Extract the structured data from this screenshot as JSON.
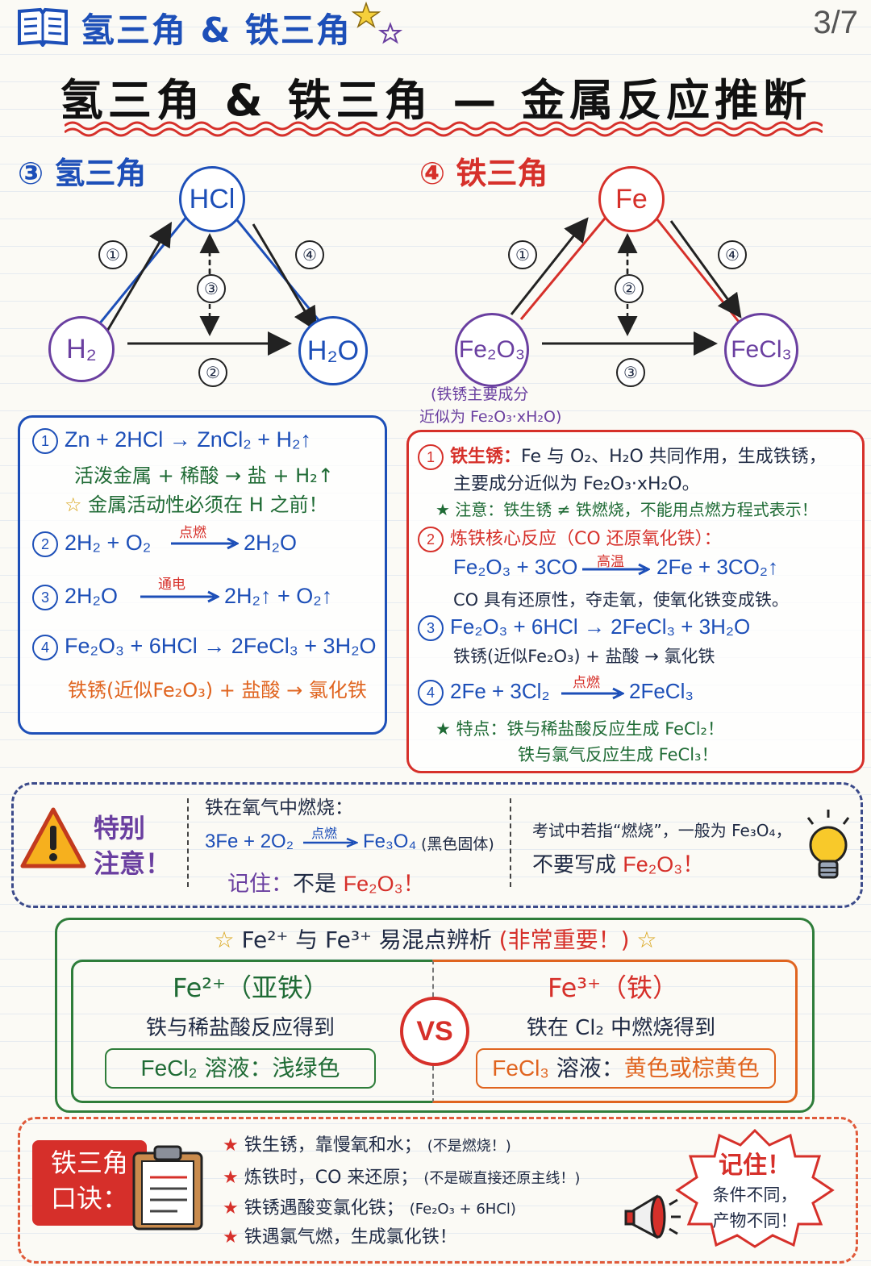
{
  "header": {
    "top_title": "氢三角 & 铁三角",
    "page_num": "3/7",
    "main_title": "氢三角 & 铁三角 — 金属反应推断"
  },
  "hydrogen": {
    "title": "③ 氢三角",
    "nodes": {
      "top": "HCl",
      "left": "H₂",
      "right": "H₂O"
    },
    "steps": [
      "①",
      "②",
      "③",
      "④"
    ],
    "box": {
      "l1": "Zn + 2HCl → ZnCl₂ + H₂↑",
      "l1b": "活泼金属 + 稀酸 → 盐 + H₂↑",
      "l1c": "金属活动性必须在 H 之前！",
      "l2_left": "2H₂ + O₂",
      "l2_cond": "点燃",
      "l2_right": "2H₂O",
      "l3_left": "2H₂O",
      "l3_cond": "通电",
      "l3_right": "2H₂↑ + O₂↑",
      "l4": "Fe₂O₃ + 6HCl → 2FeCl₃ + 3H₂O",
      "l4b": "铁锈(近似Fe₂O₃) + 盐酸 → 氯化铁"
    }
  },
  "iron": {
    "title": "④ 铁三角",
    "nodes": {
      "top": "Fe",
      "left": "Fe₂O₃",
      "right": "FeCl₃"
    },
    "note1": "(铁锈主要成分",
    "note2": "近似为 Fe₂O₃·xH₂O)",
    "box": {
      "l1_head": "铁生锈：",
      "l1_text": "Fe 与 O₂、H₂O 共同作用，生成铁锈，",
      "l1b": "主要成分近似为 Fe₂O₃·xH₂O。",
      "l1c": "注意：铁生锈 ≠ 铁燃烧，不能用点燃方程式表示！",
      "l2_head": "炼铁核心反应（CO 还原氧化铁）：",
      "l2_left": "Fe₂O₃ + 3CO",
      "l2_cond": "高温",
      "l2_right": "2Fe + 3CO₂↑",
      "l2b": "CO 具有还原性，夺走氧，使氧化铁变成铁。",
      "l3": "Fe₂O₃ + 6HCl → 2FeCl₃ + 3H₂O",
      "l3b": "铁锈(近似Fe₂O₃) + 盐酸 → 氯化铁",
      "l4_left": "2Fe + 3Cl₂",
      "l4_cond": "点燃",
      "l4_right": "2FeCl₃",
      "l4b": "特点：铁与稀盐酸反应生成 FeCl₂！",
      "l4c": "铁与氯气反应生成 FeCl₃！"
    }
  },
  "warning": {
    "label1": "特别",
    "label2": "注意！",
    "head": "铁在氧气中燃烧：",
    "eq_left": "3Fe + 2O₂",
    "eq_cond": "点燃",
    "eq_right": "Fe₃O₄",
    "eq_note": "(黑色固体)",
    "remember_head": "记住：",
    "remember_text": "不是",
    "remember_formula": "Fe₂O₃！",
    "right1": "考试中若指“燃烧”，一般为 Fe₃O₄，",
    "right2": "不要写成",
    "right2_formula": "Fe₂O₃！"
  },
  "compare": {
    "title": "Fe²⁺ 与 Fe³⁺ 易混点辨析",
    "title_note": "(非常重要！)",
    "left_title": "Fe²⁺（亚铁）",
    "left_text": "铁与稀盐酸反应得到",
    "left_box_formula": "FeCl₂",
    "left_box_text": "溶液：浅绿色",
    "vs": "VS",
    "right_title": "Fe³⁺（铁）",
    "right_text": "铁在 Cl₂ 中燃烧得到",
    "right_box_formula": "FeCl₃",
    "right_box_text": "溶液：",
    "right_box_color": "黄色或棕黄色"
  },
  "mnemonic": {
    "tag1": "铁三角",
    "tag2": "口诀：",
    "items": [
      {
        "main": "铁生锈，靠慢氧和水；",
        "note": "(不是燃烧！)"
      },
      {
        "main": "炼铁时，CO 来还原；",
        "note": "(不是碳直接还原主线！)"
      },
      {
        "main": "铁锈遇酸变氯化铁；",
        "note": "(Fe₂O₃ + 6HCl)"
      },
      {
        "main": "铁遇氯气燃，生成氯化铁！",
        "note": ""
      }
    ],
    "remember_title": "记住！",
    "remember_l1": "条件不同，",
    "remember_l2": "产物不同！"
  },
  "colors": {
    "blue": "#1d4fb8",
    "red": "#d6302a",
    "green": "#1f6b35",
    "purple": "#6a3fa0",
    "orange": "#e0641f"
  },
  "icons": [
    "book-icon",
    "star-icon",
    "warning-triangle-icon",
    "lightbulb-icon",
    "clipboard-icon",
    "megaphone-icon"
  ]
}
